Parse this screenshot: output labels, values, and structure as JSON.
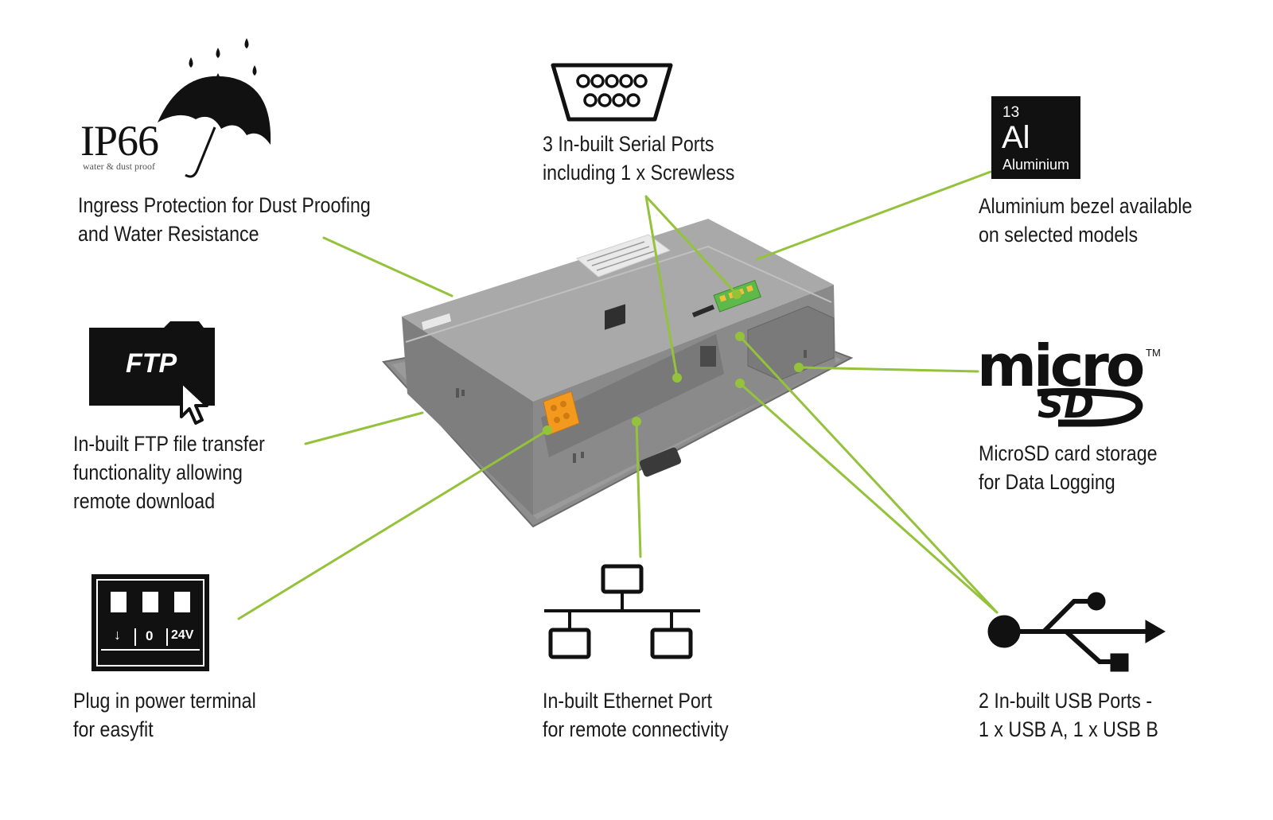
{
  "features": {
    "ip66": {
      "badge_text": "IP66",
      "badge_subtext": "water & dust proof",
      "lines": [
        "Ingress Protection for Dust Proofing",
        "and Water Resistance"
      ]
    },
    "serial": {
      "lines": [
        "3 In-built Serial Ports",
        "including 1 x Screwless"
      ]
    },
    "aluminium": {
      "element_number": "13",
      "element_symbol": "Al",
      "element_name": "Aluminium",
      "lines": [
        "Aluminium bezel available",
        "on selected models"
      ]
    },
    "ftp": {
      "badge_text": "FTP",
      "lines": [
        "In-built FTP file transfer",
        "functionality allowing",
        "remote download"
      ]
    },
    "microsd": {
      "logo_text": "micro",
      "logo_sub": "SD",
      "trademark": "TM",
      "lines": [
        "MicroSD card storage",
        "for Data Logging"
      ]
    },
    "power": {
      "terminal_labels": [
        "↓",
        "0",
        "24V"
      ],
      "lines": [
        "Plug in power terminal",
        "for easyfit"
      ]
    },
    "ethernet": {
      "lines": [
        "In-built Ethernet Port",
        "for remote connectivity"
      ]
    },
    "usb": {
      "lines": [
        "2 In-built USB Ports -",
        "1 x USB A, 1 x USB B"
      ]
    }
  },
  "colors": {
    "leader_line": "#94c23b",
    "text": "#1a1a1a",
    "device_body": "#7a7a7a",
    "terminal_orange": "#f39a1e",
    "terminal_green": "#5fb84a"
  }
}
